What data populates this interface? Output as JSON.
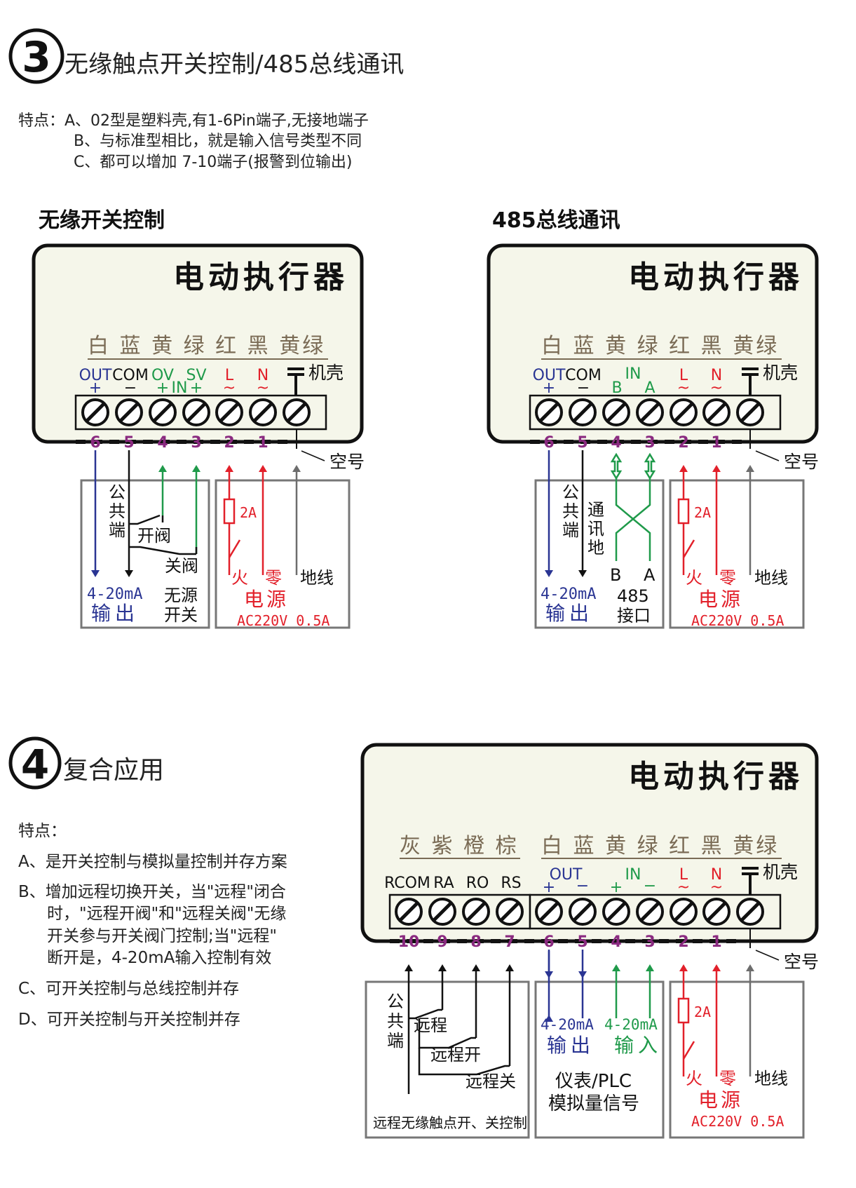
{
  "section3": {
    "num": "3",
    "title": "无缘触点开关控制/485总线通讯",
    "features": [
      "特点：A、02型是塑料壳,有1-6Pin端子,无接地端子",
      "B、与标准型相比，就是输入信号类型不同",
      "C、都可以增加 7-10端子(报警到位输出)"
    ]
  },
  "panel_left": {
    "heading": "无缘开关控制",
    "device": "电动执行器",
    "colors": "白 蓝 黄 绿 红 黑 黄绿",
    "terminal_out": "OUT",
    "terminal_com": "COM",
    "terminal_0v": "OV",
    "terminal_sv": "SV",
    "terminal_in": "IN",
    "terminal_l": "L",
    "terminal_n": "N",
    "chassis": "机壳",
    "plus": "+",
    "minus": "−",
    "tilde": "~",
    "pins": [
      "6",
      "5",
      "4",
      "3",
      "2",
      "1"
    ],
    "empty": "空号",
    "common_end": [
      "公",
      "共",
      "端"
    ],
    "open_valve": "开阀",
    "close_valve": "关阀",
    "fuse": "2A",
    "live": "火",
    "neutral": "零",
    "ground": "地线",
    "output_ma": "4-20mA",
    "output": "输出",
    "passive_switch": [
      "无源",
      "开关"
    ],
    "power": "电源",
    "power_spec": "AC220V 0.5A"
  },
  "panel_right": {
    "heading": "485总线通讯",
    "device": "电动执行器",
    "colors": "白 蓝 黄 绿 红 黑 黄绿",
    "terminal_out": "OUT",
    "terminal_com": "COM",
    "terminal_b": "B",
    "terminal_a": "A",
    "terminal_in": "IN",
    "terminal_l": "L",
    "terminal_n": "N",
    "chassis": "机壳",
    "plus": "+",
    "minus": "−",
    "tilde": "~",
    "pins": [
      "6",
      "5",
      "4",
      "3",
      "2",
      "1"
    ],
    "empty": "空号",
    "common_end": [
      "公",
      "共",
      "端"
    ],
    "comm_ground": [
      "通",
      "讯",
      "地"
    ],
    "bus_b": "B",
    "bus_a": "A",
    "bus_485": "485",
    "interface": "接口",
    "fuse": "2A",
    "live": "火",
    "neutral": "零",
    "ground": "地线",
    "output_ma": "4-20mA",
    "output": "输出",
    "power": "电源",
    "power_spec": "AC220V 0.5A"
  },
  "section4": {
    "num": "4",
    "title": "复合应用",
    "features_title": "特点：",
    "features": [
      "A、是开关控制与模拟量控制并存方案",
      "B、增加远程切换开关，当\"远程\"闭合",
      "时，\"远程开阀\"和\"远程关阀\"无缘",
      "开关参与开关阀门控制;当\"远程\"",
      "断开是，4-20mA输入控制有效",
      "C、可开关控制与总线控制并存",
      "D、可开关控制与开关控制并存"
    ]
  },
  "panel_bottom": {
    "device": "电动执行器",
    "colors_left": "灰 紫 橙 棕",
    "colors_right": "白 蓝 黄 绿 红 黑 黄绿",
    "terminal_rcom": "RCOM",
    "terminal_ra": "RA",
    "terminal_ro": "RO",
    "terminal_rs": "RS",
    "terminal_out": "OUT",
    "terminal_in": "IN",
    "terminal_l": "L",
    "terminal_n": "N",
    "chassis": "机壳",
    "plus": "+",
    "minus": "−",
    "tilde": "~",
    "pins": [
      "10",
      "9",
      "8",
      "7",
      "6",
      "5",
      "4",
      "3",
      "2",
      "1"
    ],
    "empty": "空号",
    "common_end": [
      "公",
      "共",
      "端"
    ],
    "remote": "远程",
    "remote_open": "远程开",
    "remote_close": "远程关",
    "remote_caption": "远程无缘触点开、关控制",
    "output_ma": "4-20mA",
    "output": "输出",
    "input_ma": "4-20mA",
    "input": "输入",
    "instrument": "仪表/PLC",
    "analog_signal": "模拟量信号",
    "fuse": "2A",
    "live": "火",
    "neutral": "零",
    "ground": "地线",
    "power": "电源",
    "power_spec": "AC220V 0.5A"
  },
  "palette": {
    "panel_fill": "#f5f6ea",
    "blue": "#2a3593",
    "green": "#1f9a4a",
    "red": "#e2202a",
    "purple": "#8a2a80",
    "gray": "#6d6d6d",
    "brown_label": "#7a6b55"
  }
}
